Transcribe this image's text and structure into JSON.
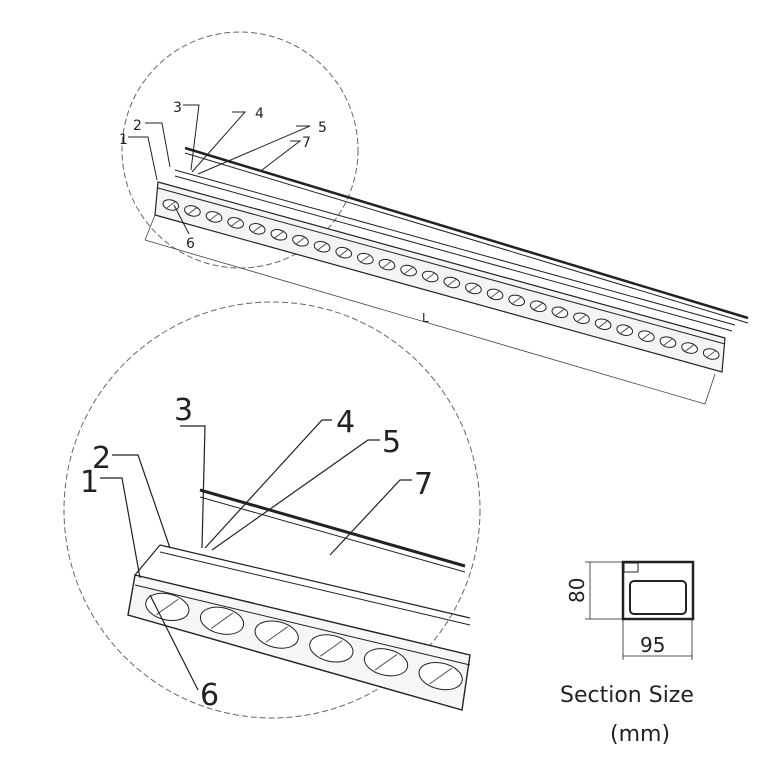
{
  "overview": {
    "callouts": [
      "1",
      "2",
      "3",
      "4",
      "5",
      "6",
      "7"
    ],
    "length_label": "L"
  },
  "detail": {
    "callouts": [
      "1",
      "2",
      "3",
      "4",
      "5",
      "6",
      "7"
    ]
  },
  "section": {
    "height_label": "80",
    "width_label": "95",
    "caption_line1": "Section Size",
    "caption_line2": "(mm)"
  }
}
